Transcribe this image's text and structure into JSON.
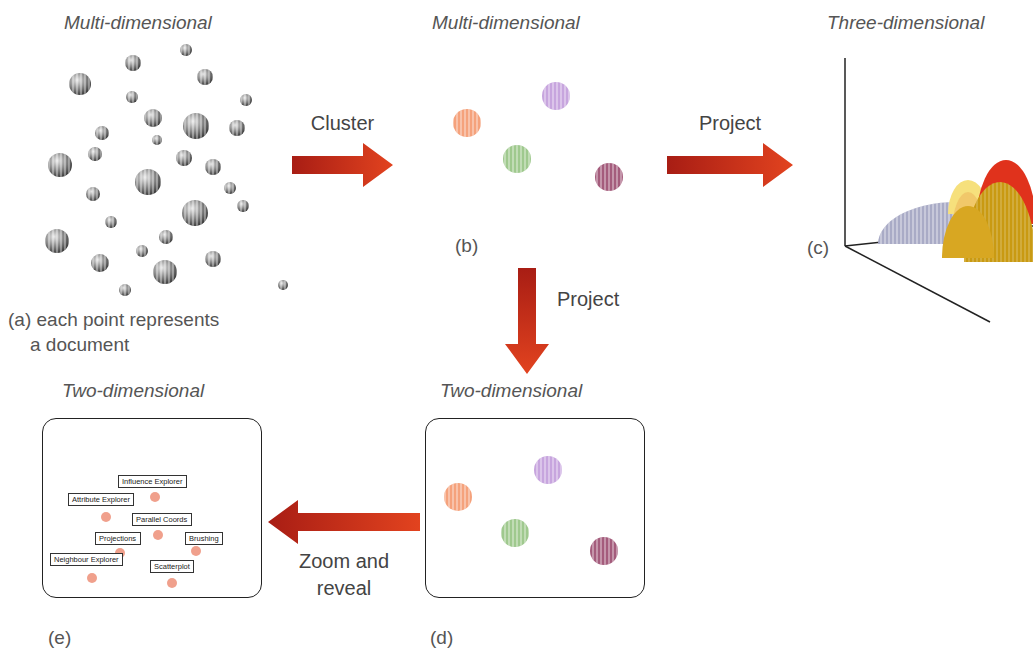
{
  "diagram": {
    "nodes": [
      {
        "text": [
          "Multi-dimensional",
          "(a) each point represents a document"
        ]
      },
      {
        "text": [
          "Multi-dimensional",
          "(b)"
        ]
      },
      {
        "text": [
          "Three-dimensional",
          "(c)"
        ]
      },
      {
        "text": [
          "Two-dimensional",
          "(e)"
        ]
      },
      {
        "text": [
          "Influence Explorer"
        ],
        "in": 3
      },
      {
        "text": [
          "Attribute Explorer"
        ],
        "in": 3
      },
      {
        "text": [
          "Parallel Coords"
        ],
        "in": 3
      },
      {
        "text": [
          "Projections"
        ],
        "in": 3
      },
      {
        "text": [
          "Brushing"
        ],
        "in": 3
      },
      {
        "text": [
          "Neighbour Explorer"
        ],
        "in": 3
      },
      {
        "text": [
          "Scatterplot"
        ],
        "in": 3
      },
      {
        "text": [
          "Two-dimensional",
          "(d)"
        ]
      }
    ],
    "edges": [
      {
        "from": 0,
        "to": 1,
        "arrow": "to",
        "label": "Cluster"
      },
      {
        "from": 1,
        "to": 2,
        "arrow": "to",
        "label": "Project"
      },
      {
        "from": 1,
        "to": 11,
        "arrow": "to",
        "label": "Project"
      },
      {
        "from": 11,
        "to": 3,
        "arrow": "to",
        "label": "Zoom and reveal"
      }
    ]
  }
}
